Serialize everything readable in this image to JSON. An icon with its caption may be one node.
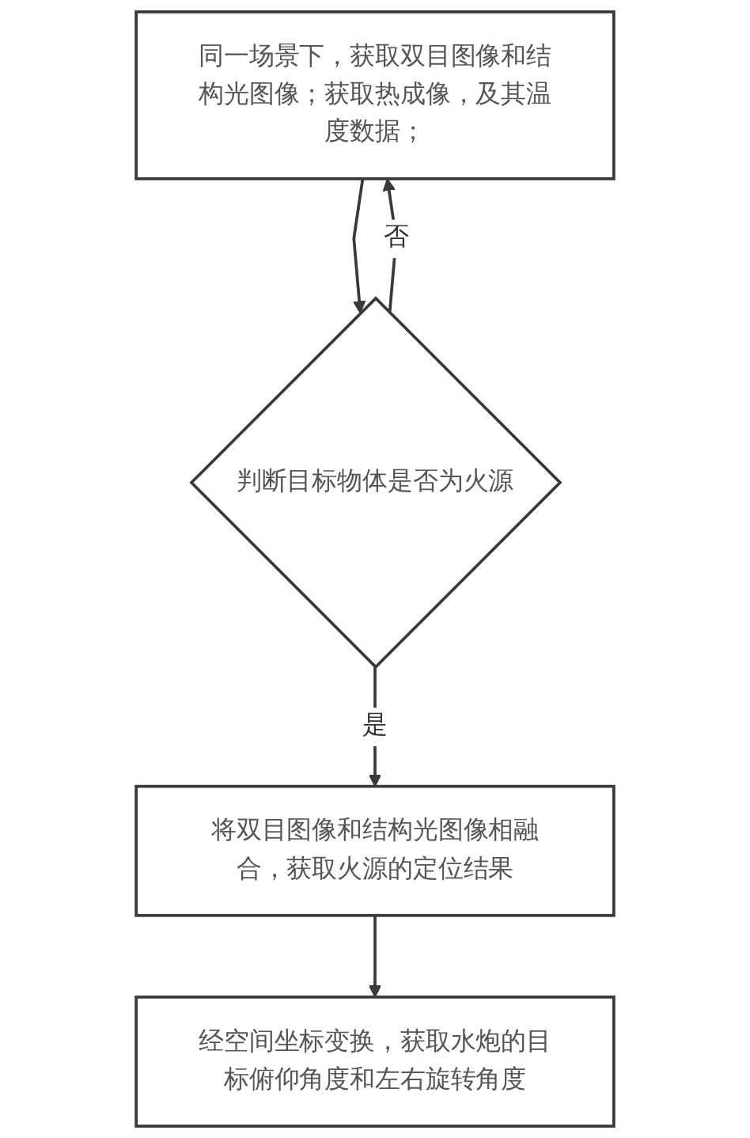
{
  "diagram": {
    "nodes": [
      {
        "text": [
          "同一场景下，获取双目图像和结构光图像；获取热成像，及其温度数据；"
        ]
      },
      {
        "text": [
          "判断目标物体是否为火源"
        ]
      },
      {
        "text": [
          "将双目图像和结构光图像相融合，获取火源的定位结果"
        ]
      },
      {
        "text": [
          "经空间坐标变换，获取水炮的目标俯仰角度和左右旋转角度"
        ]
      }
    ],
    "edges": [
      {
        "from": 0,
        "to": 1,
        "arrow": "to"
      },
      {
        "from": 1,
        "to": 0,
        "arrow": "to",
        "label": "否"
      },
      {
        "from": 1,
        "to": 2,
        "arrow": "to",
        "label": "是"
      },
      {
        "from": 2,
        "to": 3,
        "arrow": "to"
      }
    ]
  }
}
